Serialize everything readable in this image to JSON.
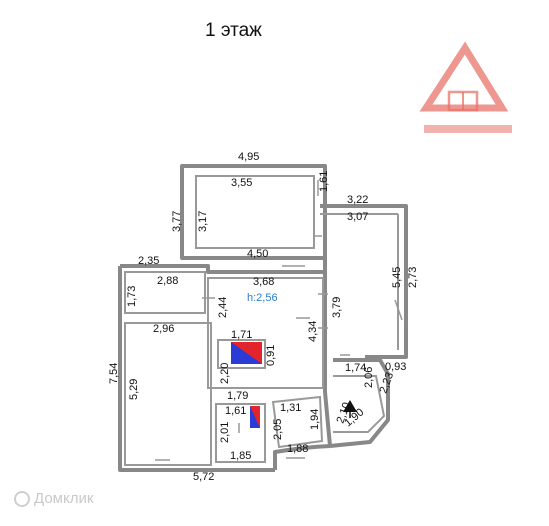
{
  "title": "1 этаж",
  "watermark": "Домклик",
  "colors": {
    "wall": "#888888",
    "logo": "#e8736b",
    "ceiling_height": "#2a7fc9",
    "red": "#e3242b",
    "blue": "#2a3bd6"
  },
  "ceiling_height": "h:2,56",
  "dimensions": {
    "d_4_95": "4,95",
    "d_3_55": "3,55",
    "d_1_61": "1,61",
    "d_3_77": "3,77",
    "d_3_17": "3,17",
    "d_3_22": "3,22",
    "d_3_07": "3,07",
    "d_4_50": "4,50",
    "d_2_35": "2,35",
    "d_3_68": "3,68",
    "d_2_88": "2,88",
    "d_1_73": "1,73",
    "d_2_44": "2,44",
    "d_5_45": "5,45",
    "d_2_73": "2,73",
    "d_3_79": "3,79",
    "d_2_96": "2,96",
    "d_4_34": "4,34",
    "d_1_71": "1,71",
    "d_0_91": "0,91",
    "d_7_54": "7,54",
    "d_5_29": "5,29",
    "d_2_20": "2,20",
    "d_1_74": "1,74",
    "d_0_93": "0,93",
    "d_2_06": "2,06",
    "d_2_23": "2,23",
    "d_1_79": "1,79",
    "d_1_61b": "1,61",
    "d_1_31": "1,31",
    "d_2_10": "2,10",
    "d_1_90": "1,90",
    "d_2_01": "2,01",
    "d_2_05": "2,05",
    "d_1_94": "1,94",
    "d_1_85": "1,85",
    "d_1_88": "1,88",
    "d_5_72": "5,72"
  }
}
